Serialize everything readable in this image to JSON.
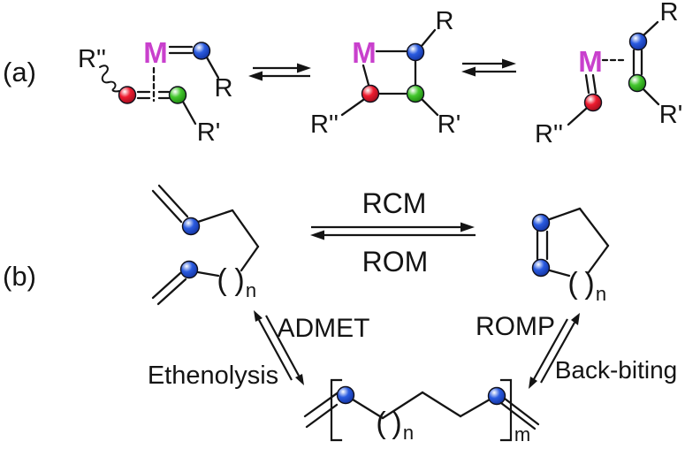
{
  "panels": {
    "a": {
      "label": "(a)"
    },
    "b": {
      "label": "(b)"
    }
  },
  "substituents": {
    "metal": "M",
    "r": "R",
    "r_prime": "R'",
    "r_double_prime": "R''"
  },
  "reactions": {
    "rcm": "RCM",
    "rom": "ROM",
    "admet": "ADMET",
    "ethenolysis": "Ethenolysis",
    "romp": "ROMP",
    "back_biting": "Back-biting"
  },
  "notation": {
    "paren_open": "(",
    "paren_close": ")",
    "repeat_n": "n",
    "repeat_m": "m"
  },
  "colors": {
    "ink": "#141414",
    "background": "#ffffff",
    "metal": "#c940cd",
    "sphere_blue": "#2a5be0",
    "sphere_blue_dark": "#1333a0",
    "sphere_red": "#ee1b2f",
    "sphere_red_dark": "#9d0d1d",
    "sphere_green": "#44c72e",
    "sphere_green_dark": "#1d860e"
  }
}
